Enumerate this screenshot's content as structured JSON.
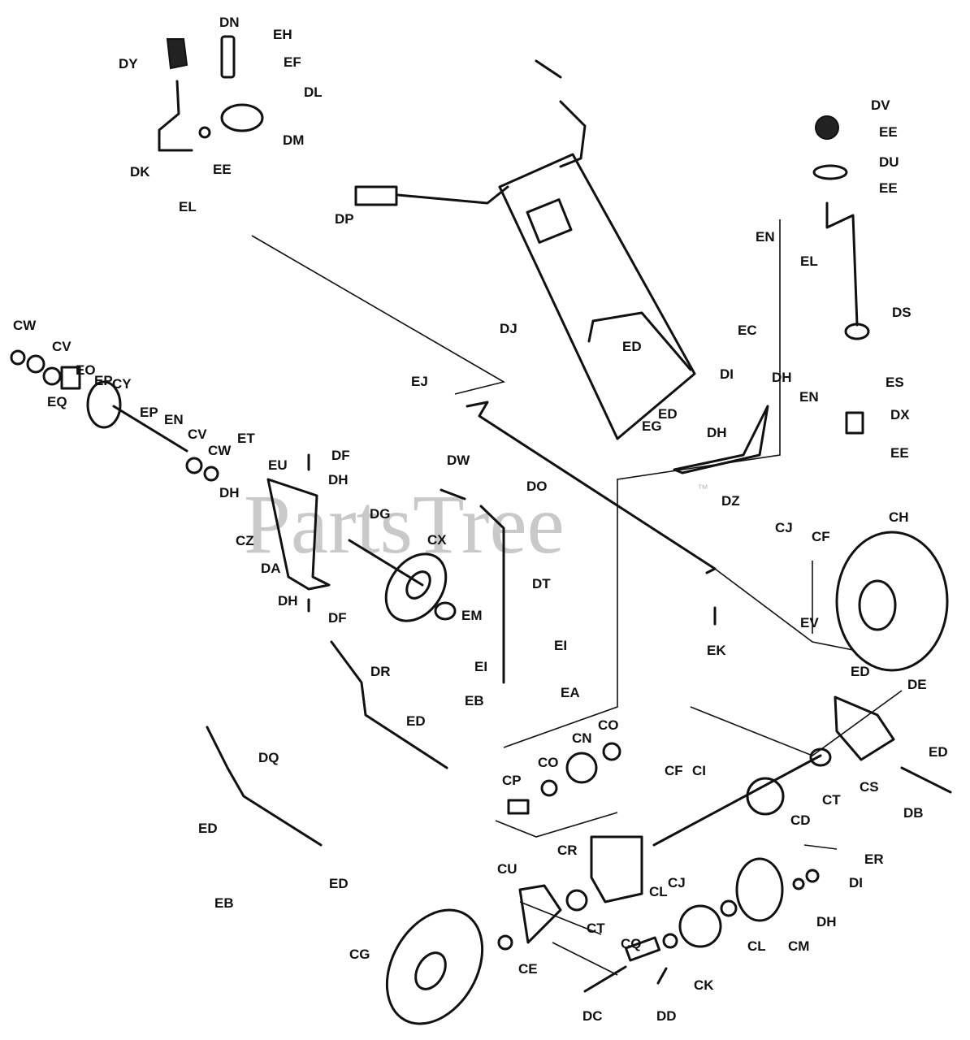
{
  "watermark": {
    "text": "PartsTree",
    "trademark": "™"
  },
  "part_labels": [
    "DN",
    "EH",
    "DY",
    "EF",
    "DL",
    "DM",
    "DK",
    "EE",
    "EL",
    "DP",
    "DV",
    "EE",
    "DU",
    "EE",
    "EN",
    "EL",
    "DS",
    "DJ",
    "EC",
    "ED",
    "DI",
    "DH",
    "EN",
    "ES",
    "EJ",
    "ED",
    "EG",
    "DH",
    "DX",
    "EE",
    "CW",
    "CV",
    "EO",
    "EQ",
    "EP",
    "CY",
    "EP",
    "EN",
    "CV",
    "CW",
    "ET",
    "DF",
    "DH",
    "EU",
    "DH",
    "DZ",
    "DW",
    "DO",
    "DG",
    "CZ",
    "DA",
    "CX",
    "DT",
    "EM",
    "DH",
    "DF",
    "CJ",
    "CF",
    "CH",
    "EV",
    "EK",
    "EI",
    "EI",
    "EA",
    "DR",
    "ED",
    "DE",
    "ED",
    "EB",
    "ED",
    "CO",
    "CN",
    "CS",
    "CP",
    "CO",
    "CF",
    "CI",
    "CT",
    "DB",
    "DQ",
    "CD",
    "ED",
    "CR",
    "ER",
    "EB",
    "ED",
    "CU",
    "CJ",
    "DI",
    "CT",
    "CL",
    "DH",
    "CG",
    "CE",
    "CQ",
    "CK",
    "CL",
    "CM",
    "DC",
    "DD"
  ]
}
